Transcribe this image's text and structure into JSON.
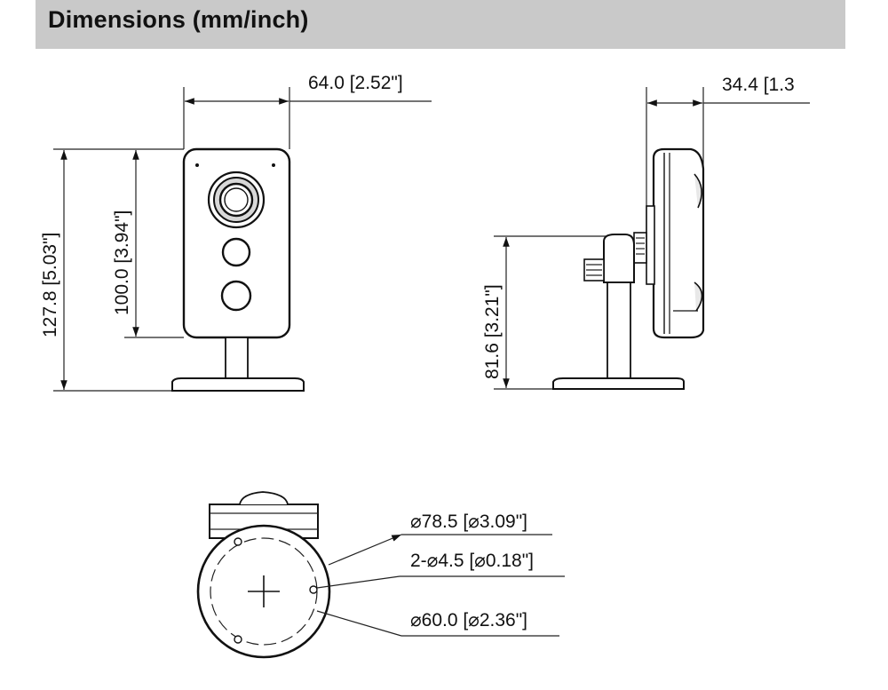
{
  "header": {
    "title": "Dimensions (mm/inch)"
  },
  "front_view": {
    "width_label": "64.0 [2.52\"]",
    "total_height_label": "127.8 [5.03\"]",
    "body_height_label": "100.0 [3.94\"]"
  },
  "side_view": {
    "depth_label": "34.4 [1.3",
    "mount_height_label": "81.6 [3.21\"]"
  },
  "base_view": {
    "outer_diameter_label": "⌀78.5 [⌀3.09\"]",
    "hole_label": "2-⌀4.5 [⌀0.18\"]",
    "hole_circle_label": "⌀60.0 [⌀2.36\"]"
  }
}
